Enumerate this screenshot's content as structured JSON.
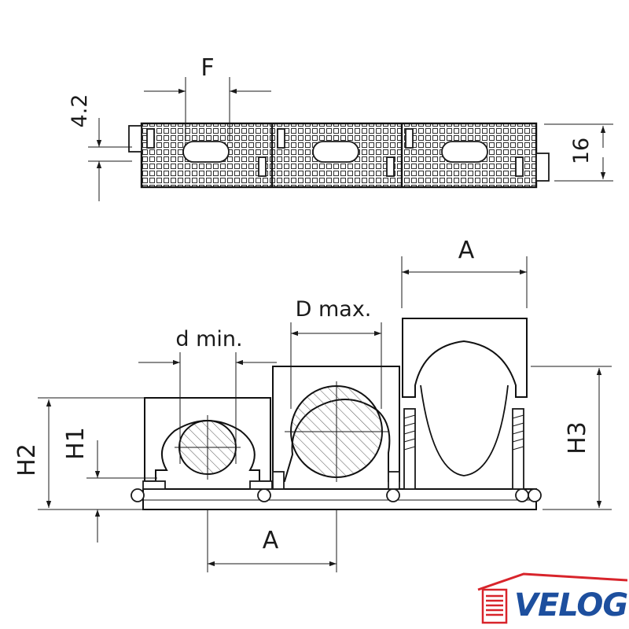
{
  "labels": {
    "F": "F",
    "d42": "4.2",
    "d16": "16",
    "A_top": "A",
    "A_bottom": "A",
    "Dmax": "D max.",
    "dmin": "d min.",
    "H1": "H1",
    "H2": "H2",
    "H3": "H3"
  },
  "logo": {
    "text": "VELOG",
    "colors": {
      "red": "#d8242b",
      "blue": "#1d4f9e"
    }
  }
}
